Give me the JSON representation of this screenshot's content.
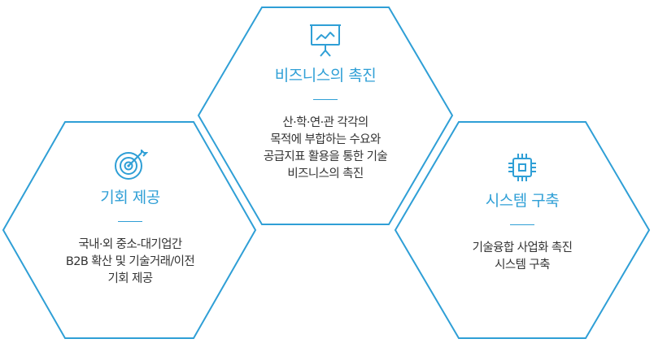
{
  "colors": {
    "accent": "#2f9fd6",
    "text": "#333333"
  },
  "cards": [
    {
      "id": "opportunity",
      "icon": "target-icon",
      "title": "기회 제공",
      "lines": [
        "국내·외 중소-대기업간",
        "B2B 확산 및 기술거래/이전",
        "기회 제공"
      ]
    },
    {
      "id": "business",
      "icon": "presentation-chart-icon",
      "title": "비즈니스의 촉진",
      "lines": [
        "산·학·연·관 각각의",
        "목적에 부합하는 수요와",
        "공급지표 활용을 통한 기술",
        "비즈니스의 촉진"
      ]
    },
    {
      "id": "system",
      "icon": "chip-icon",
      "title": "시스템 구축",
      "lines": [
        "기술융합 사업화 촉진",
        "시스템 구축"
      ]
    }
  ]
}
